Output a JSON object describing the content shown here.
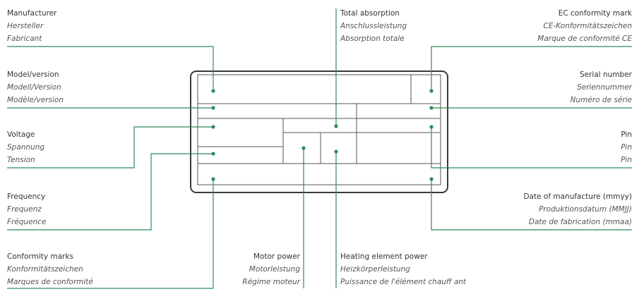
{
  "colors": {
    "accent": "#2e8b57",
    "plate": "#3a3a3a"
  },
  "labels": {
    "manufacturer": {
      "en": "Manufacturer",
      "de": "Hersteller",
      "fr": "Fabricant"
    },
    "total_absorption": {
      "en": "Total absorption",
      "de": "Anschlussleistung",
      "fr": "Absorption totale"
    },
    "ec_mark": {
      "en": "EC conformity mark",
      "de": "CE-Konformitätszeichen",
      "fr": "Marque de conformité CE"
    },
    "model": {
      "en": "Model/version",
      "de": "Modell/Version",
      "fr": "Modèle/version"
    },
    "serial": {
      "en": "Serial number",
      "de": "Seriennummer",
      "fr": "Numéro de série"
    },
    "voltage": {
      "en": "Voltage",
      "de": "Spannung",
      "fr": "Tension"
    },
    "pin": {
      "en": "Pin",
      "de": "Pin",
      "fr": "Pin"
    },
    "frequency": {
      "en": "Frequency",
      "de": "Frequenz",
      "fr": "Fréquence"
    },
    "date": {
      "en": "Date of manufacture (mmyy)",
      "de": "Produktionsdatum (MMJJ)",
      "fr": "Date de fabrication (mmaa)"
    },
    "conformity": {
      "en": "Conformity marks",
      "de": "Konformitätszeichen",
      "fr": "Marques de conformité"
    },
    "motor": {
      "en": "Motor power",
      "de": "Motorleistung",
      "fr": "Régime moteur"
    },
    "heating": {
      "en": "Heating element power",
      "de": "Heizkörperleistung",
      "fr": "Puissance de l'élément chauff ant"
    }
  }
}
